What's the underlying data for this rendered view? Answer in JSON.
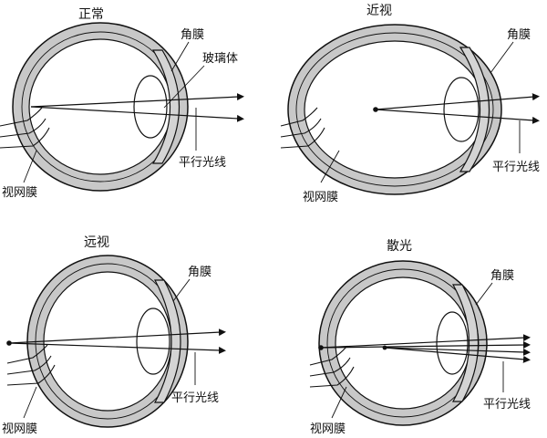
{
  "panels": [
    {
      "title": "正常",
      "labels": {
        "cornea": "角膜",
        "vitreous": "玻璃体",
        "rays": "平行光线",
        "retina": "视网膜"
      }
    },
    {
      "title": "近视",
      "labels": {
        "cornea": "角膜",
        "rays": "平行光线",
        "retina": "视网膜"
      }
    },
    {
      "title": "远视",
      "labels": {
        "cornea": "角膜",
        "rays": "平行光线",
        "retina": "视网膜"
      }
    },
    {
      "title": "散光",
      "labels": {
        "cornea": "角膜",
        "rays": "平行光线",
        "retina": "视网膜"
      }
    }
  ]
}
